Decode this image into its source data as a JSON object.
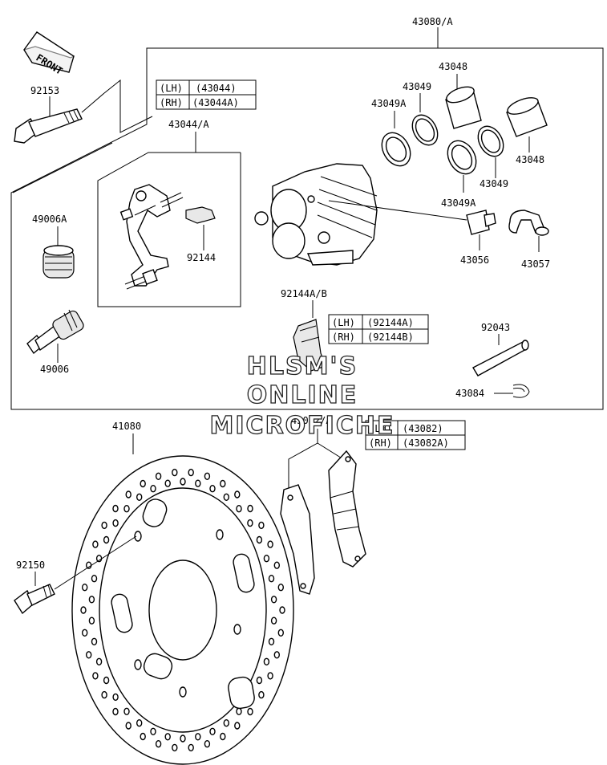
{
  "front_label": "FRONT",
  "parts": {
    "p43080A": "43080/A",
    "p92153": "92153",
    "p43044A": "43044/A",
    "p43048_top": "43048",
    "p43049_top": "43049",
    "p43049A_top": "43049A",
    "p43048_right": "43048",
    "p43049_right": "43049",
    "p43049A_bottom": "43049A",
    "p49006A": "49006A",
    "p92144": "92144",
    "p43056": "43056",
    "p43057": "43057",
    "p49006": "49006",
    "p92144AB": "92144A/B",
    "p92043": "92043",
    "p43084": "43084",
    "p41080": "41080",
    "p43082A": "43082/A",
    "p92150": "92150"
  },
  "tables": {
    "t43044": [
      [
        "(LH)",
        "(43044)"
      ],
      [
        "(RH)",
        "(43044A)"
      ]
    ],
    "t92144": [
      [
        "(LH)",
        "(92144A)"
      ],
      [
        "(RH)",
        "(92144B)"
      ]
    ],
    "t43082": [
      [
        "(LH)",
        "(43082)"
      ],
      [
        "(RH)",
        "(43082A)"
      ]
    ]
  },
  "watermark": [
    "HLSM'S",
    "ONLINE",
    "MICROFICHE"
  ]
}
